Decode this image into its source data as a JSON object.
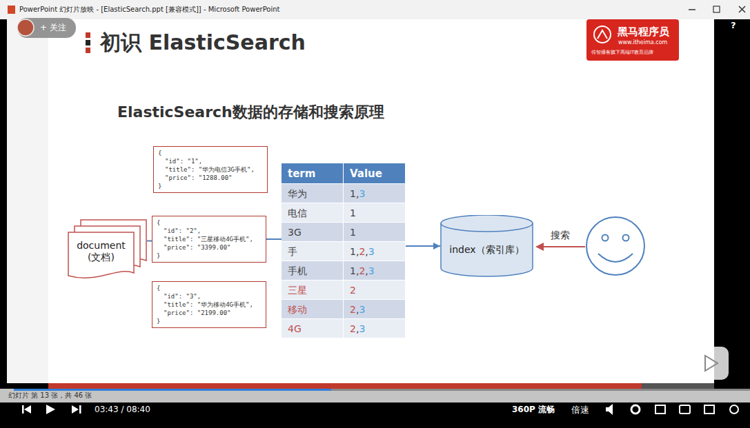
{
  "diagram": {
    "title": "初识 ElasticSearch",
    "nodes": [
      {
        "text": [
          "document (文档)"
        ]
      },
      {
        "text": [
          "{",
          "\"id\": \"1\",",
          "\"title\": \"华为电信3G手机\",",
          "\"price\": \"1288.00\"",
          "}"
        ]
      },
      {
        "text": [
          "{",
          "\"id\": \"2\",",
          "\"title\": \"三星移动4G手机\",",
          "\"price\": \"3399.00\"",
          "}"
        ]
      },
      {
        "text": [
          "{",
          "\"id\": \"3\",",
          "\"title\": \"华为移动4G手机\",",
          "\"price\": \"2199.00\"",
          "}"
        ]
      },
      {
        "text": [
          "term",
          "Value",
          "华为",
          "1,3",
          "电信",
          "1",
          "3G",
          "1",
          "手",
          "1,2,3",
          "手机",
          "1,2,3",
          "三星",
          "2",
          "移动",
          "2,3",
          "4G",
          "2,3"
        ]
      },
      {
        "text": [
          "index（索引库）"
        ]
      }
    ],
    "edges": [
      {
        "from": 0,
        "to": 2,
        "arrow": "none"
      },
      {
        "from": 2,
        "to": 4,
        "arrow": "none"
      },
      {
        "from": 4,
        "to": 5,
        "arrow": "to"
      }
    ],
    "labels": [
      "PowerPoint 幻灯片放映 - [ElasticSearch.ppt [兼容模式]] - Microsoft PowerPoint",
      "+ 关注",
      "黑马程序员",
      "www.itheima.com",
      "传智播客旗下高端IT教育品牌",
      "ElasticSearch数据的存储和搜索原理",
      "搜索",
      "幻灯片 第 13 张，共 46 张",
      "03:43 / 08:40",
      "360P 流畅",
      "倍速",
      "?"
    ]
  }
}
